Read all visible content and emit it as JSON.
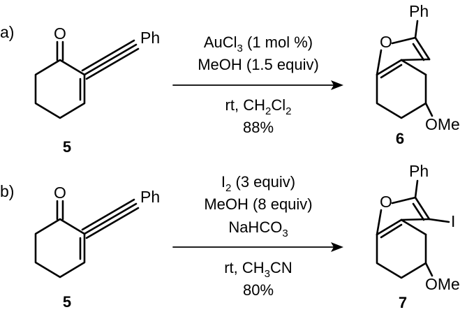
{
  "panels": [
    {
      "label": "a)",
      "reactant": {
        "number": "5",
        "carbonyl_atom": "O",
        "alkyne_substituent": "Ph"
      },
      "conditions_above": [
        {
          "parts": [
            {
              "t": "AuCl"
            },
            {
              "t": "3",
              "sub": true
            },
            {
              "t": " (1 mol %)"
            }
          ]
        },
        {
          "parts": [
            {
              "t": "MeOH (1.5 equiv)"
            }
          ]
        }
      ],
      "conditions_below": [
        {
          "parts": [
            {
              "t": "rt, CH"
            },
            {
              "t": "2",
              "sub": true
            },
            {
              "t": "Cl"
            },
            {
              "t": "2",
              "sub": true
            }
          ]
        },
        {
          "parts": [
            {
              "t": "88%"
            }
          ]
        }
      ],
      "product": {
        "number": "6",
        "ring_atom": "O",
        "aryl": "Ph",
        "ether": "OMe",
        "halogen": ""
      }
    },
    {
      "label": "b)",
      "reactant": {
        "number": "5",
        "carbonyl_atom": "O",
        "alkyne_substituent": "Ph"
      },
      "conditions_above": [
        {
          "parts": [
            {
              "t": "I"
            },
            {
              "t": "2",
              "sub": true
            },
            {
              "t": " (3 equiv)"
            }
          ]
        },
        {
          "parts": [
            {
              "t": "MeOH (8 equiv)"
            }
          ]
        },
        {
          "parts": [
            {
              "t": "NaHCO"
            },
            {
              "t": "3",
              "sub": true
            }
          ]
        }
      ],
      "conditions_below": [
        {
          "parts": [
            {
              "t": "rt, CH"
            },
            {
              "t": "3",
              "sub": true
            },
            {
              "t": "CN"
            }
          ]
        },
        {
          "parts": [
            {
              "t": "80%"
            }
          ]
        }
      ],
      "product": {
        "number": "7",
        "ring_atom": "O",
        "aryl": "Ph",
        "ether": "OMe",
        "halogen": "I"
      }
    }
  ]
}
